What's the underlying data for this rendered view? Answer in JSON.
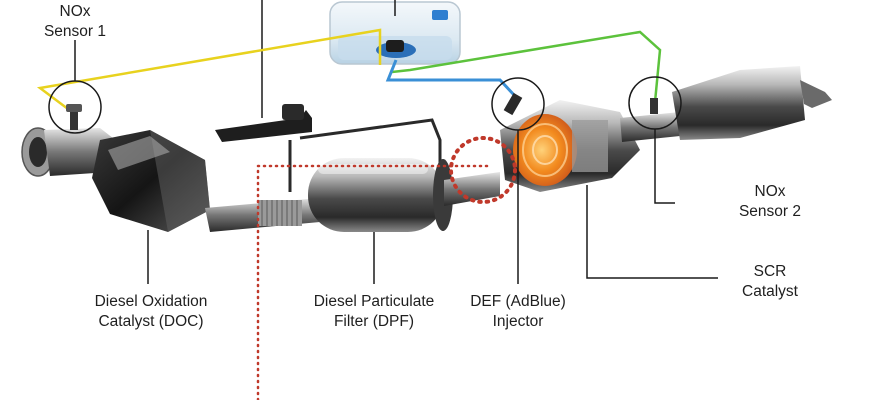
{
  "labels": {
    "nox1": [
      "NOx",
      "Sensor 1"
    ],
    "doc": [
      "Diesel Oxidation",
      "Catalyst (DOC)"
    ],
    "dpf": [
      "Diesel Particulate",
      "Filter (DPF)"
    ],
    "def": [
      "DEF (AdBlue)",
      "Injector"
    ],
    "nox2": [
      "NOx",
      "Sensor 2"
    ],
    "scr": [
      "SCR",
      "Catalyst"
    ]
  },
  "colors": {
    "sensor_wire_yellow": "#e8d21e",
    "sensor_wire_green": "#5cc23c",
    "def_line_blue": "#3a8fd6",
    "reference_dots_red": "#c0392b",
    "callout_line": "#1a1a1a",
    "hot_catalyst": "#f28a1e"
  },
  "icons": [
    "def-tank-icon",
    "pressure-sensor-icon",
    "sensor-probe-icon"
  ]
}
